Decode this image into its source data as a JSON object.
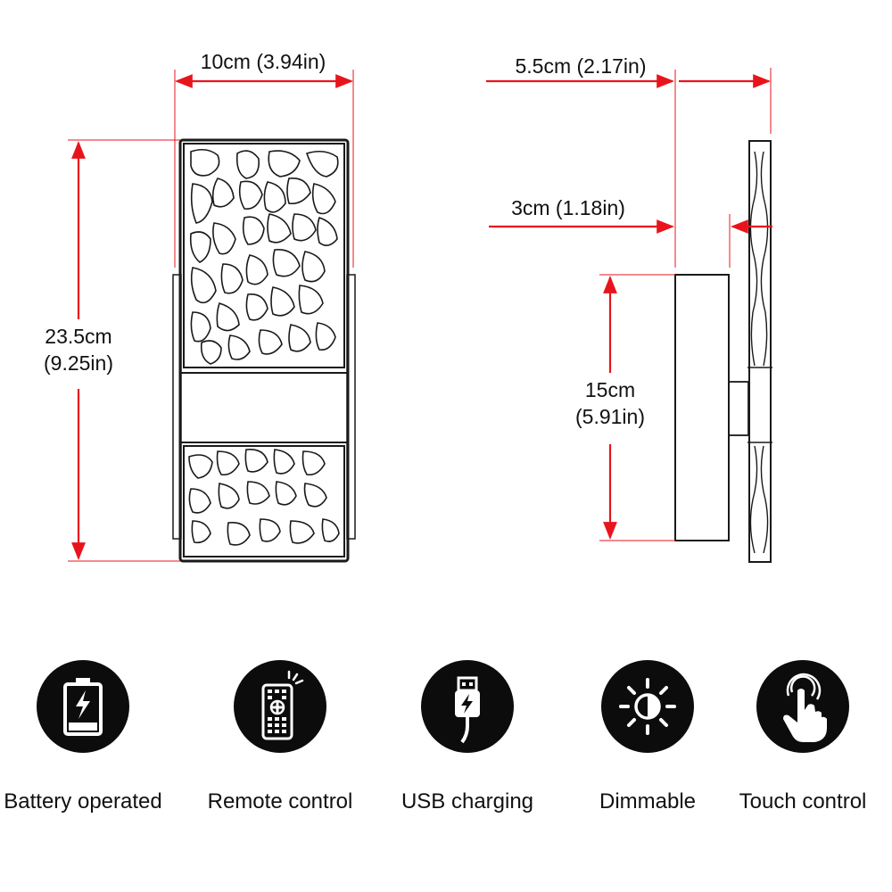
{
  "dimensions": {
    "front_width": "10cm (3.94in)",
    "height_cm": "23.5cm",
    "height_in": "(9.25in)",
    "side_depth": "5.5cm (2.17in)",
    "plate_depth": "3cm (1.18in)",
    "plate_height_cm": "15cm",
    "plate_height_in": "(5.91in)"
  },
  "features": [
    {
      "label": "Battery operated",
      "icon": "battery-charging-icon"
    },
    {
      "label": "Remote control",
      "icon": "remote-control-icon"
    },
    {
      "label": "USB charging",
      "icon": "usb-cable-icon"
    },
    {
      "label": "Dimmable",
      "icon": "brightness-icon"
    },
    {
      "label": "Touch control",
      "icon": "touch-hand-icon"
    }
  ],
  "colors": {
    "dimension_line": "#e8141c",
    "icon_disc": "#0c0c0c",
    "outline": "#1a1a1a"
  }
}
